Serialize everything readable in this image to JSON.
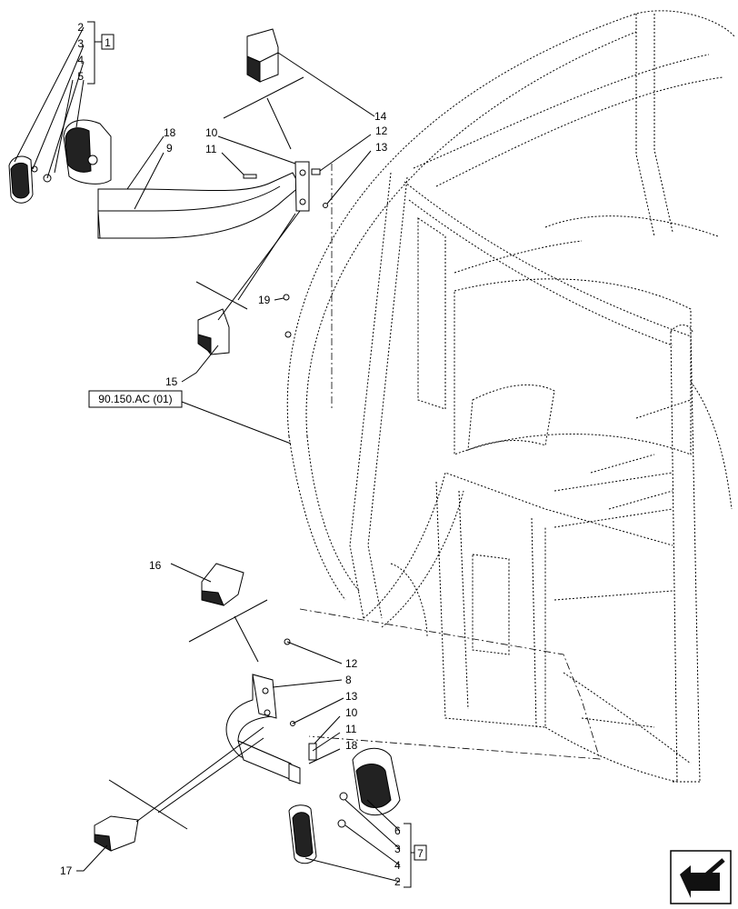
{
  "callouts": {
    "kit1_items": [
      "2",
      "3",
      "4",
      "5"
    ],
    "kit1_number": "1",
    "kit7_items": [
      "6",
      "3",
      "4",
      "2"
    ],
    "kit7_number": "7",
    "upper": {
      "c14": "14",
      "c18": "18",
      "c9": "9",
      "c10": "10",
      "c11": "11",
      "c12": "12",
      "c13": "13",
      "c19": "19",
      "c15": "15"
    },
    "lower": {
      "c16": "16",
      "c12": "12",
      "c8": "8",
      "c13": "13",
      "c10": "10",
      "c11": "11",
      "c18": "18",
      "c17": "17"
    }
  },
  "reference_label": "90.150.AC (01)",
  "nav_icon": "arrow-corner-icon"
}
